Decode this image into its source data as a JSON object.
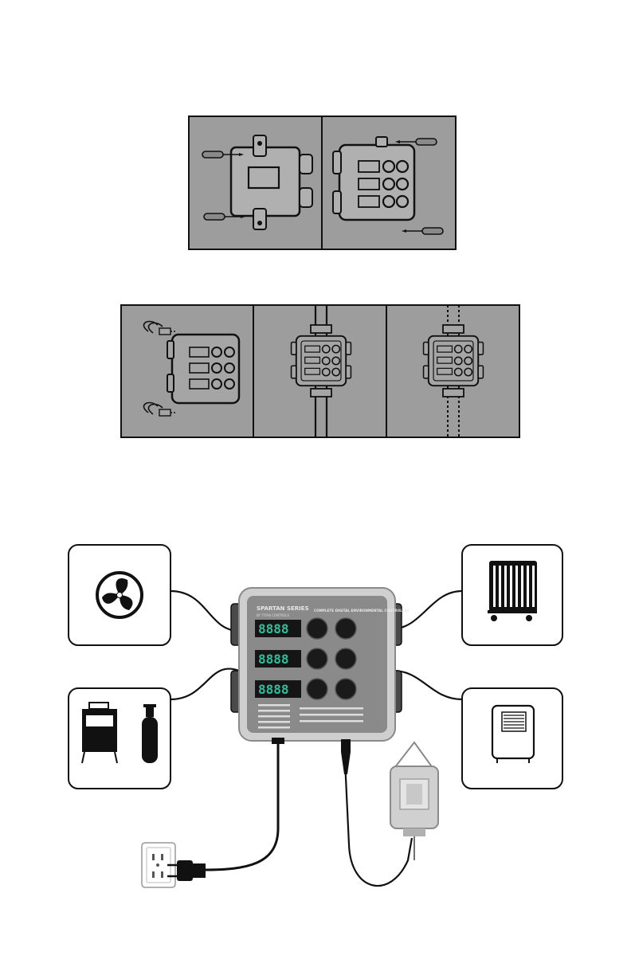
{
  "controller": {
    "brand": "SPARTAN SERIES",
    "brand_sub": "BY TITAN CONTROLS",
    "model": "COMPLETE DIGITAL ENVIRONMENTAL CONTROLLER",
    "displays": [
      "8888",
      "8888",
      "8888"
    ]
  },
  "colors": {
    "panel_gray": "#9d9d9d",
    "line_dark": "#1a1a1a",
    "display_teal": "#2fbf9c"
  },
  "devices": [
    {
      "name": "fan-icon"
    },
    {
      "name": "oil-heater-icon"
    },
    {
      "name": "co2-generator-and-tank-icon"
    },
    {
      "name": "dehumidifier-icon"
    },
    {
      "name": "sensor-icon"
    },
    {
      "name": "wall-outlet-icon"
    }
  ]
}
